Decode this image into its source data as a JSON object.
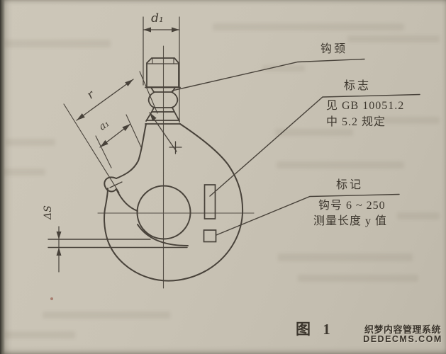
{
  "document": {
    "figure_caption": "图 1",
    "dimensions": {
      "d1": "d₁",
      "r": "r",
      "a1": "a₁",
      "delta_s": "ΔS"
    },
    "callouts": {
      "hook_neck": "钩颈",
      "mark_title": "标志",
      "mark_line1": "见 GB 10051.2",
      "mark_line2": "中 5.2 规定",
      "marking_title": "标记",
      "marking_line1": "钩号 6 ~ 250",
      "marking_line2": "测量长度 y 值"
    }
  },
  "watermark": {
    "line1": "织梦内容管理系统",
    "line2": "DEDECMS.COM"
  },
  "colors": {
    "paper": "#c8c2b4",
    "ink": "#48423a",
    "text": "#3e382f",
    "watermark": "#3a342c"
  }
}
